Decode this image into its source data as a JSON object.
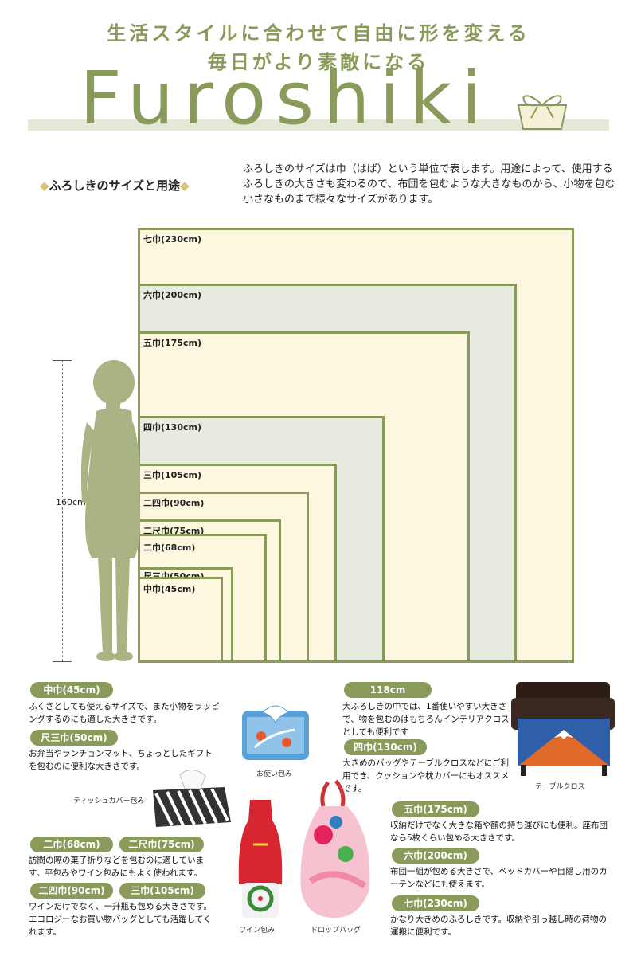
{
  "header": {
    "catch1": "生活スタイルに合わせて自由に形を変える",
    "catch2": "毎日がより素敵になる",
    "brand": "Furoshiki"
  },
  "section": {
    "title": "ふろしきのサイズと用途",
    "intro": "ふろしきのサイズは巾（はば）という単位で表します。用途によって、使用するふろしきの大きさも変わるので、布団を包むような大きなものから、小物を包む小さなものまで様々なサイズがあります。"
  },
  "diagram": {
    "height_label": "160cm",
    "sizes": [
      {
        "label": "七巾(230cm)"
      },
      {
        "label": "六巾(200cm)"
      },
      {
        "label": "五巾(175cm)"
      },
      {
        "label": "四巾(130cm)"
      },
      {
        "label": "三巾(105cm)"
      },
      {
        "label": "二四巾(90cm)"
      },
      {
        "label": "二尺巾(75cm)"
      },
      {
        "label": "二巾(68cm)"
      },
      {
        "label": "尺三巾(50cm)"
      },
      {
        "label": "中巾(45cm)"
      }
    ]
  },
  "uses": {
    "chu": {
      "pill": "中巾(45cm)",
      "text": "ふくさとしても使えるサイズで、また小物をラッピングするのにも適した大きさです。"
    },
    "shakusan": {
      "pill": "尺三巾(50cm)",
      "text": "お弁当やランチョンマット、ちょっとしたギフトを包むのに便利な大きさです。"
    },
    "ni": {
      "pill": "二巾(68cm)"
    },
    "nishaku": {
      "pill": "二尺巾(75cm)",
      "text": "訪問の際の菓子折りなどを包むのに適しています。平包みやワイン包みにもよく使われます。"
    },
    "nishi": {
      "pill": "二四巾(90cm)"
    },
    "san": {
      "pill": "三巾(105cm)",
      "text": "ワインだけでなく、一升瓶も包める大きさです。エコロジーなお買い物バッグとしても活躍してくれます。"
    },
    "c118": {
      "pill": "118cm",
      "text": "大ふろしきの中では、1番使いやすい大きさで、物を包むのはもちろんインテリアクロスとしても便利です"
    },
    "shi": {
      "pill": "四巾(130cm)",
      "text": "大きめのバッグやテーブルクロスなどにご利用でき、クッションや枕カバーにもオススメです。"
    },
    "go": {
      "pill": "五巾(175cm)",
      "text": "収納だけでなく大きな箱や額の持ち運びにも便利。座布団なら5枚くらい包める大きさです。"
    },
    "roku": {
      "pill": "六巾(200cm)",
      "text": "布団一組が包める大きさで、ベッドカバーや目隠し用のカーテンなどにも使えます。"
    },
    "nana": {
      "pill": "七巾(230cm)",
      "text": "かなり大きめのふろしきです。収納や引っ越し時の荷物の運搬に便利です。"
    }
  },
  "captions": {
    "otsukai": "お使い包み",
    "tissue": "ティッシュカバー包み",
    "wine": "ワイン包み",
    "drop": "ドロップバッグ",
    "table": "テーブルクロス"
  },
  "colors": {
    "accent": "#8a9a5b",
    "cream": "#fdf7e0",
    "sage": "#e8ebe0"
  }
}
